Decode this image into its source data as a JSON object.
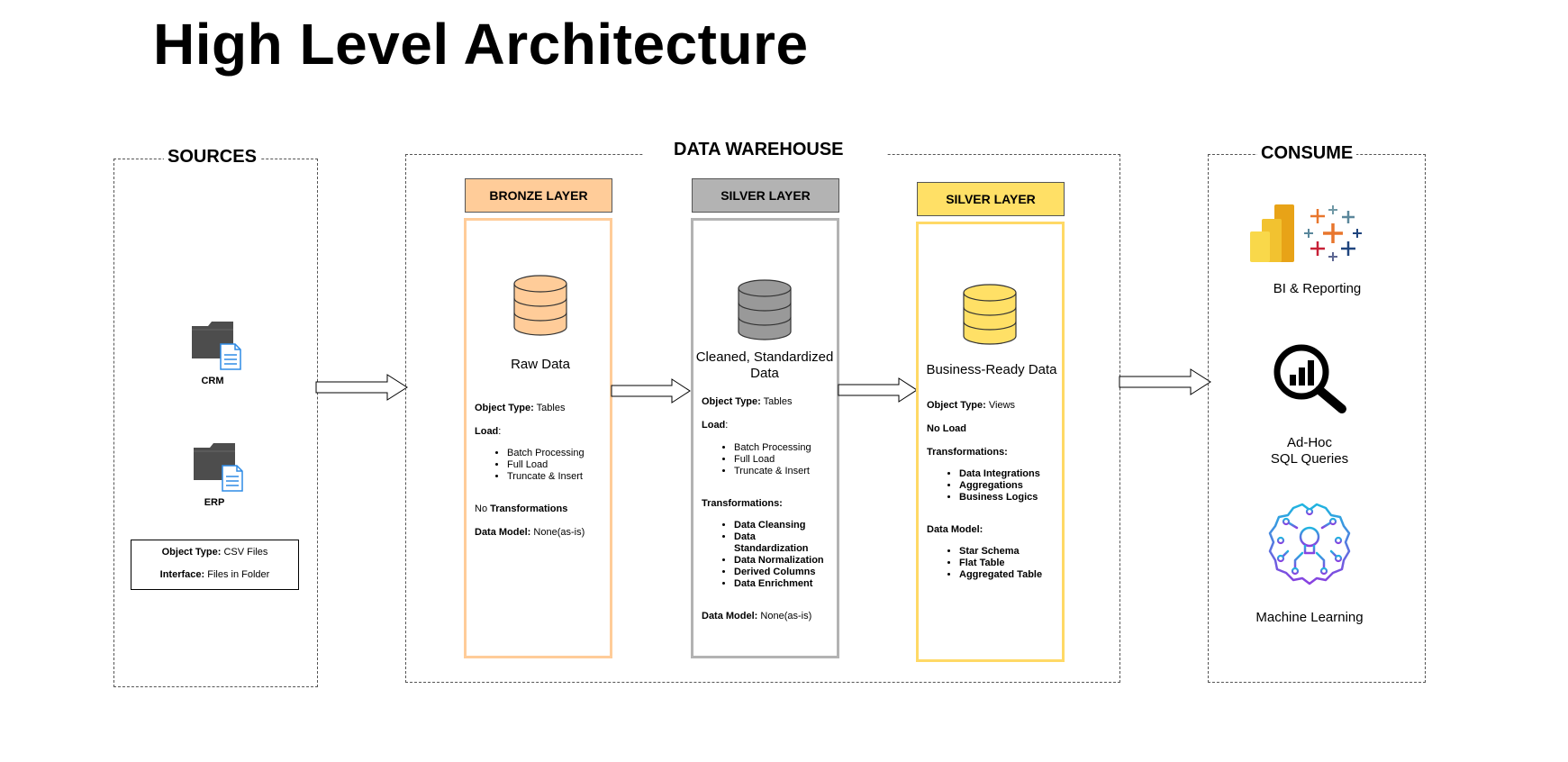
{
  "title": "High Level Architecture",
  "sources": {
    "title": "SOURCES",
    "items": [
      "CRM",
      "ERP"
    ],
    "object_type_label": "Object Type:",
    "object_type_value": "CSV Files",
    "interface_label": "Interface:",
    "interface_value": "Files in Folder"
  },
  "warehouse": {
    "title": "DATA WAREHOUSE",
    "bronze": {
      "header": "BRONZE LAYER",
      "name": "Raw Data",
      "object_type_label": "Object Type:",
      "object_type_value": "Tables",
      "load_label": "Load",
      "load_colon": ":",
      "load_items": [
        "Batch Processing",
        "Full Load",
        "Truncate & Insert"
      ],
      "transform_prefix": "No ",
      "transform_label": "Transformations",
      "model_label": "Data Model:",
      "model_value": "None(as-is)"
    },
    "silver": {
      "header": "SILVER LAYER",
      "name_line1": "Cleaned, Standardized",
      "name_line2": "Data",
      "object_type_label": "Object Type:",
      "object_type_value": "Tables",
      "load_label": "Load",
      "load_colon": ":",
      "load_items": [
        "Batch Processing",
        "Full Load",
        "Truncate & Insert"
      ],
      "transform_label": "Transformations:",
      "transform_items": [
        "Data Cleansing",
        "Data Standardization",
        "Data Normalization",
        "Derived Columns",
        "Data Enrichment"
      ],
      "model_label": "Data Model:",
      "model_value": "None(as-is)"
    },
    "gold": {
      "header": "SILVER LAYER",
      "name": "Business-Ready Data",
      "object_type_label": "Object Type:",
      "object_type_value": "Views",
      "load_text": "No Load",
      "transform_label": "Transformations:",
      "transform_items": [
        "Data Integrations",
        "Aggregations",
        "Business Logics"
      ],
      "model_label": "Data Model:",
      "model_items": [
        "Star Schema",
        "Flat Table",
        "Aggregated Table"
      ]
    }
  },
  "consume": {
    "title": "CONSUME",
    "bi": "BI & Reporting",
    "adhoc_line1": "Ad-Hoc",
    "adhoc_line2": "SQL Queries",
    "ml": "Machine Learning"
  },
  "colors": {
    "bronze_fill": "#FFCC99",
    "bronze_border": "#FFCC99",
    "silver_fill": "#B3B3B3",
    "silver_border": "#B3B3B3",
    "gold_fill": "#FFE066",
    "gold_border": "#FFD966",
    "icon_dark": "#4D4D4D",
    "doc_blue": "#2E8BE6"
  }
}
